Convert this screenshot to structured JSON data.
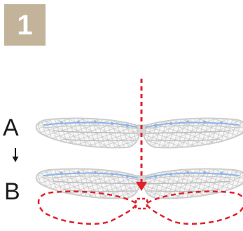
{
  "step": {
    "number": "1",
    "badge_color": "#c3b39b"
  },
  "labels": {
    "a": "A",
    "b": "B"
  },
  "colors": {
    "wing_outline": "#c8c8c8",
    "wing_vein": "#b9b9b9",
    "wing_leading_edge": "#8fb4e6",
    "guide_red": "#e0212b",
    "arrow_black": "#1a1a1a"
  },
  "icons": {
    "state_arrow": "arrow-down-icon",
    "insert_arrow": "red-arrow-down-icon"
  }
}
